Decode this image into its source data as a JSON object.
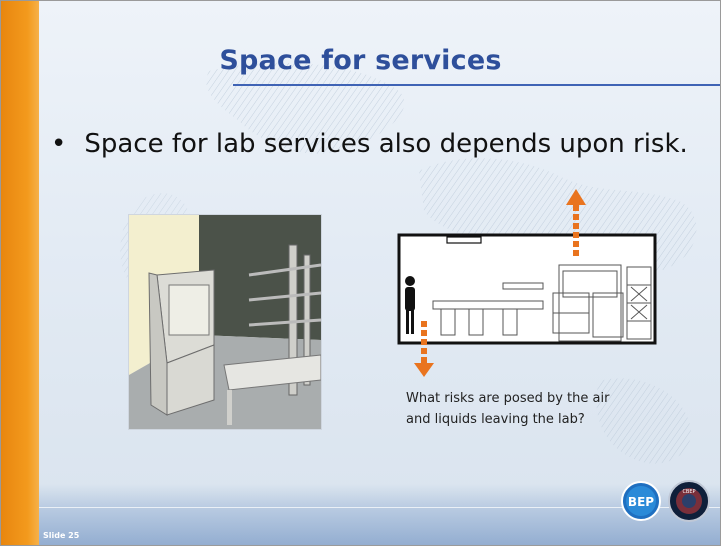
{
  "slide": {
    "title": "Space for services",
    "bullet": "Space for lab services also depends upon risk.",
    "caption_line1": "What risks are posed by the air",
    "caption_line2": "and liquids leaving the lab?",
    "slide_number": "Slide 25"
  },
  "logos": {
    "left": "BEP",
    "right": "CBEP"
  },
  "colors": {
    "accent_orange": "#f39a1d",
    "title_blue": "#2e4f9b",
    "arrow_orange": "#e9741f"
  }
}
